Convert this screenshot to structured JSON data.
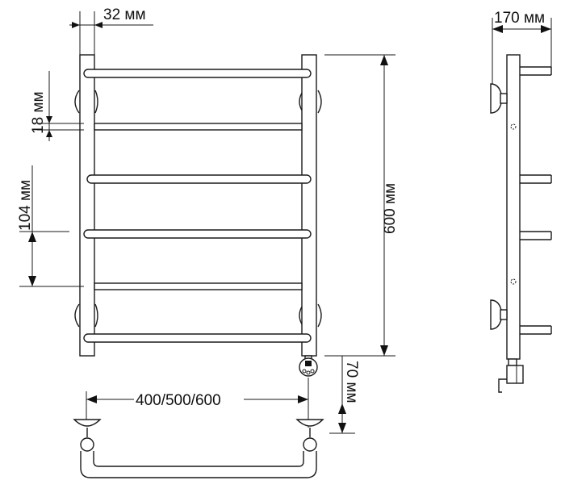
{
  "dimensions": {
    "pipe_width": "32 мм",
    "gap": "18 мм",
    "spacing": "104 мм",
    "height": "600 мм",
    "width_options": "400/500/600",
    "connection_offset": "70 мм",
    "depth": "170 мм"
  }
}
